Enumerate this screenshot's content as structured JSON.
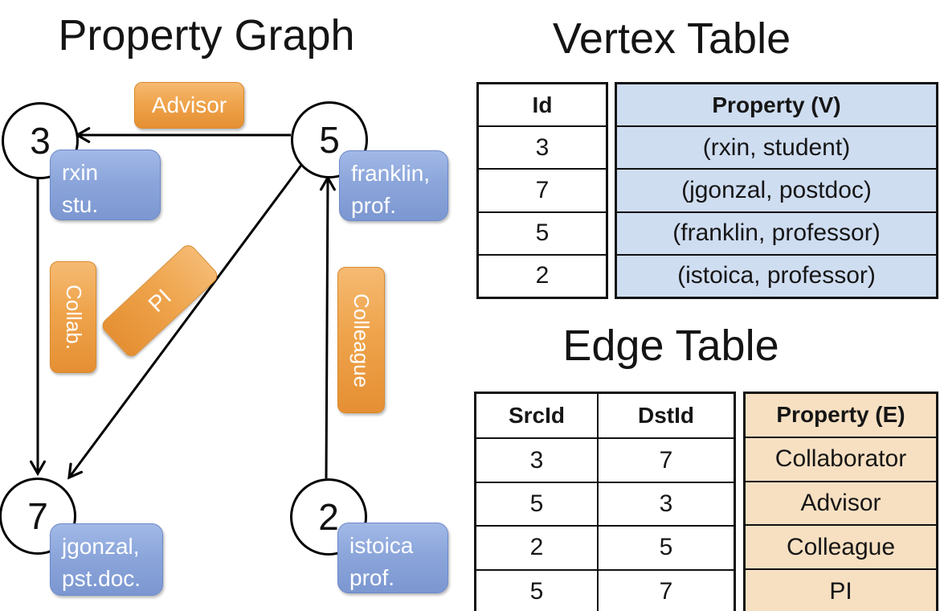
{
  "titles": {
    "property_graph": "Property Graph",
    "vertex_table": "Vertex Table",
    "edge_table": "Edge Table"
  },
  "graph": {
    "nodes": [
      {
        "id": "3"
      },
      {
        "id": "5"
      },
      {
        "id": "7"
      },
      {
        "id": "2"
      }
    ],
    "vertex_tags": [
      {
        "line1": "rxin",
        "line2": "stu."
      },
      {
        "line1": "franklin,",
        "line2": "prof."
      },
      {
        "line1": "jgonzal,",
        "line2": "pst.doc."
      },
      {
        "line1": "istoica",
        "line2": "prof."
      }
    ],
    "edge_labels": [
      {
        "text": "Advisor"
      },
      {
        "text": "Collab."
      },
      {
        "text": "PI"
      },
      {
        "text": "Colleague"
      }
    ]
  },
  "vertex_table": {
    "headers": [
      "Id",
      "Property (V)"
    ],
    "rows": [
      [
        "3",
        "(rxin, student)"
      ],
      [
        "7",
        "(jgonzal, postdoc)"
      ],
      [
        "5",
        "(franklin, professor)"
      ],
      [
        "2",
        "(istoica, professor)"
      ]
    ]
  },
  "edge_table": {
    "headers": [
      "SrcId",
      "DstId",
      "Property (E)"
    ],
    "rows": [
      [
        "3",
        "7",
        "Collaborator"
      ],
      [
        "5",
        "3",
        "Advisor"
      ],
      [
        "2",
        "5",
        "Colleague"
      ],
      [
        "5",
        "7",
        "PI"
      ]
    ]
  },
  "colors": {
    "edge_label_top": "#F5BA72",
    "edge_label_bottom": "#E58F33",
    "vertex_tag_top": "#A2B9E7",
    "vertex_tag_bottom": "#7C97D1",
    "vertex_property_cell": "#CFDDF1",
    "edge_property_cell": "#F7E0C2",
    "line": "#000000",
    "background": "#FFFFFF"
  }
}
